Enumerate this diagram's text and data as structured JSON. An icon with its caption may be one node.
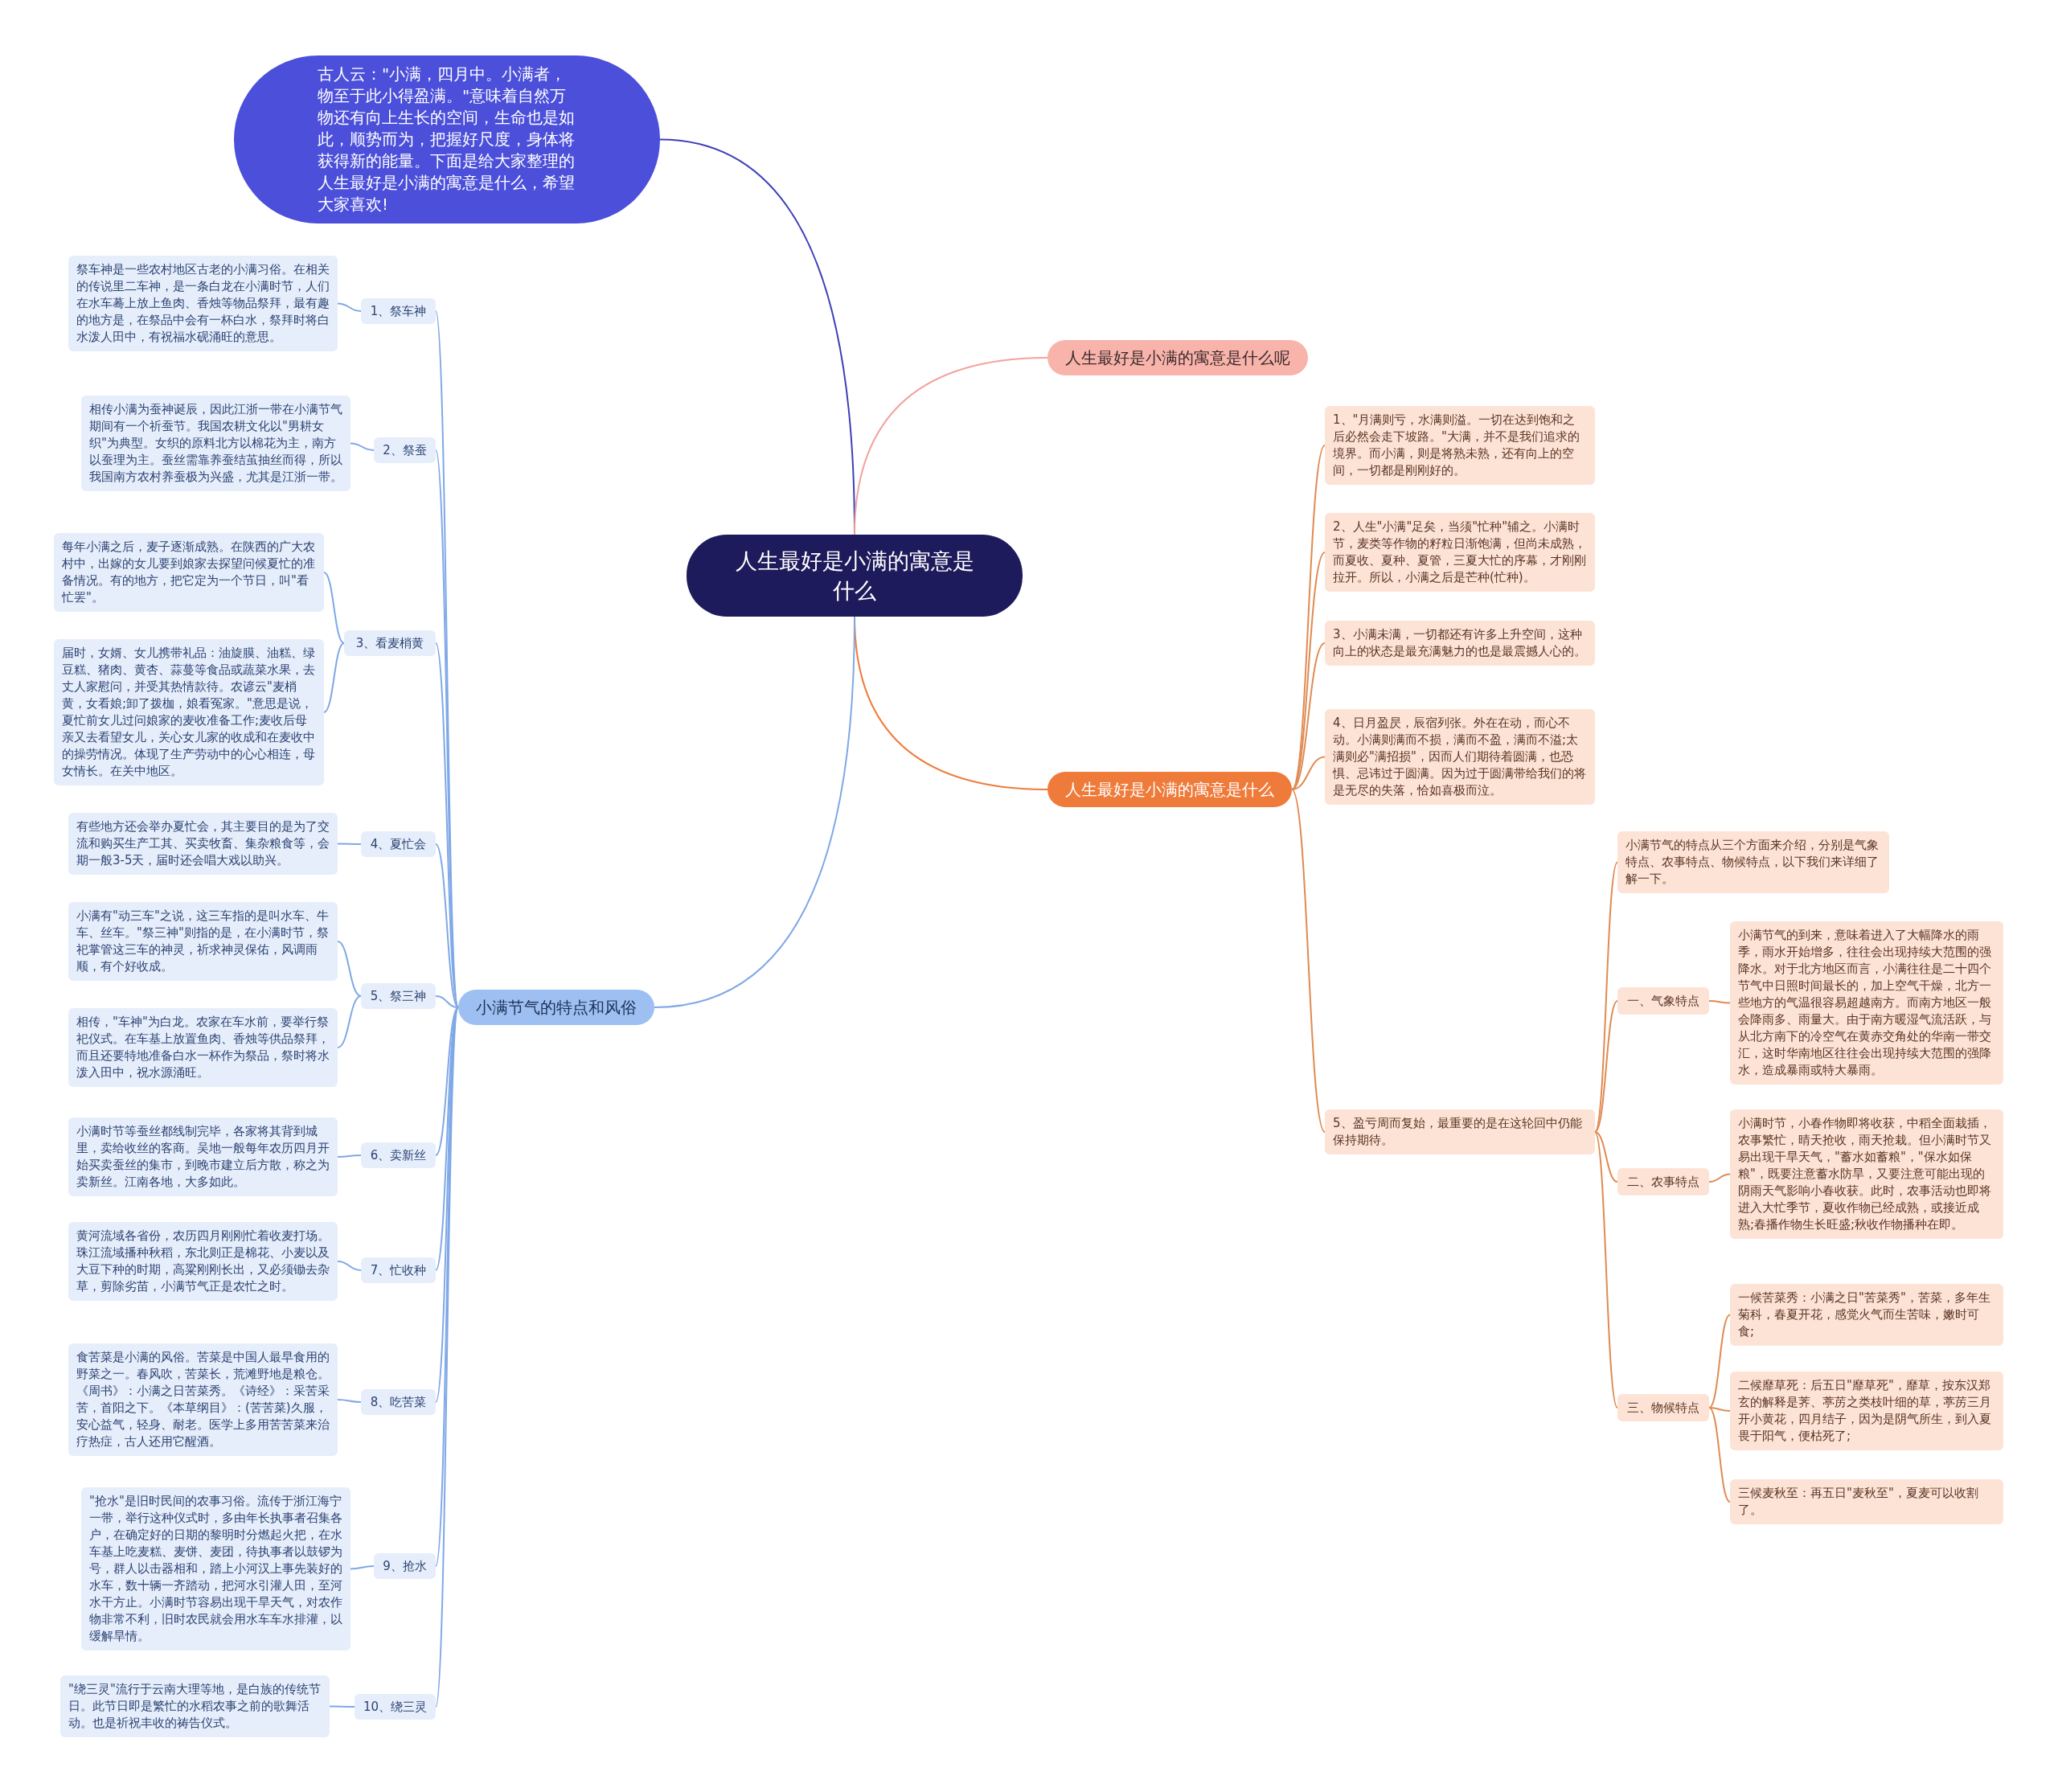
{
  "diagram": {
    "nodes": [
      {
        "text": [
          "人生最好是小满的寓意是什么"
        ]
      },
      {
        "text": [
          "古人云：\"小满，四月中。小满者，物至于此小得盈满。\"意味着自然万物还有向上生长的空间，生命也是如此，顺势而为，把握好尺度，身体将获得新的能量。下面是给大家整理的人生最好是小满的寓意是什么，希望大家喜欢!"
        ]
      },
      {
        "text": [
          "人生最好是小满的寓意是什么呢"
        ]
      },
      {
        "text": [
          "人生最好是小满的寓意是什么"
        ]
      },
      {
        "text": [
          "小满节气的特点和风俗"
        ]
      },
      {
        "text": [
          "1、\"月满则亏，水满则溢。一切在达到饱和之后必然会走下坡路。\"大满，并不是我们追求的境界。而小满，则是将熟未熟，还有向上的空间，一切都是刚刚好的。"
        ]
      },
      {
        "text": [
          "2、人生\"小满\"足矣，当须\"忙种\"辅之。小满时节，麦类等作物的籽粒日渐饱满，但尚未成熟，而夏收、夏种、夏管，三夏大忙的序幕，才刚刚拉开。所以，小满之后是芒种(忙种)。"
        ]
      },
      {
        "text": [
          "3、小满未满，一切都还有许多上升空间，这种向上的状态是最充满魅力的也是最震撼人心的。"
        ]
      },
      {
        "text": [
          "4、日月盈昃，辰宿列张。外在在动，而心不动。小满则满而不损，满而不盈，满而不溢;太满则必\"满招损\"，因而人们期待着圆满，也恐惧、忌讳过于圆满。因为过于圆满带给我们的将是无尽的失落，恰如喜极而泣。"
        ]
      },
      {
        "text": [
          "5、盈亏周而复始，最重要的是在这轮回中仍能保持期待。"
        ]
      },
      {
        "text": [
          "小满节气的特点从三个方面来介绍，分别是气象特点、农事特点、物候特点，以下我们来详细了解一下。"
        ]
      },
      {
        "text": [
          "一、气象特点"
        ]
      },
      {
        "text": [
          "二、农事特点"
        ]
      },
      {
        "text": [
          "三、物候特点"
        ]
      },
      {
        "text": [
          "小满节气的到来，意味着进入了大幅降水的雨季，雨水开始增多，往往会出现持续大范围的强降水。对于北方地区而言，小满往往是二十四个节气中日照时间最长的，加上空气干燥，北方一些地方的气温很容易超越南方。而南方地区一般会降雨多、雨量大。由于南方暖湿气流活跃，与从北方南下的冷空气在黄赤交角处的华南一带交汇，这时华南地区往往会出现持续大范围的强降水，造成暴雨或特大暴雨。"
        ]
      },
      {
        "text": [
          "小满时节，小春作物即将收获，中稻全面栽插，农事繁忙，晴天抢收，雨天抢栽。但小满时节又易出现干旱天气，\"蓄水如蓄粮\"，\"保水如保粮\"，既要注意蓄水防旱，又要注意可能出现的阴雨天气影响小春收获。此时，农事活动也即将进入大忙季节，夏收作物已经成熟，或接近成熟;春播作物生长旺盛;秋收作物播种在即。"
        ]
      },
      {
        "text": [
          "一候苦菜秀：小满之日\"苦菜秀\"，苦菜，多年生菊科，春夏开花，感觉火气而生苦味，嫩时可食;"
        ]
      },
      {
        "text": [
          "二候靡草死：后五日\"靡草死\"，靡草，按东汉郑玄的解释是荠、葶苈之类枝叶细的草，葶苈三月开小黄花，四月结子，因为是阴气所生，到入夏畏于阳气，便枯死了;"
        ]
      },
      {
        "text": [
          "三候麦秋至：再五日\"麦秋至\"，夏麦可以收割了。"
        ]
      },
      {
        "text": [
          "1、祭车神"
        ]
      },
      {
        "text": [
          "祭车神是一些农村地区古老的小满习俗。在相关的传说里二车神，是一条白龙在小满时节，人们在水车蓦上放上鱼肉、香烛等物品祭拜，最有趣的地方是，在祭品中会有一杯白水，祭拜时将白水泼人田中，有祝福水砚涌旺的意思。"
        ]
      },
      {
        "text": [
          "2、祭蚕"
        ]
      },
      {
        "text": [
          "相传小满为蚕神诞辰，因此江浙一带在小满节气期间有一个祈蚕节。我国农耕文化以\"男耕女织\"为典型。女织的原料北方以棉花为主，南方以蚕理为主。蚕丝需靠养蚕结茧抽丝而得，所以我国南方农村养蚕极为兴盛，尤其是江浙一带。"
        ]
      },
      {
        "text": [
          "3、看麦梢黄"
        ]
      },
      {
        "text": [
          "每年小满之后，麦子逐渐成熟。在陕西的广大农村中，出嫁的女儿要到娘家去探望问候夏忙的准备情况。有的地方，把它定为一个节日，叫\"看忙罢\"。"
        ]
      },
      {
        "text": [
          "届时，女婿、女儿携带礼品：油旋膜、油糕、绿豆糕、猪肉、黄杏、蒜蔓等食品或蔬菜水果，去丈人家慰问，并受其热情款待。农谚云\"麦梢黄，女看娘;卸了拨枷，娘看冤家。\"意思是说，夏忙前女儿过问娘家的麦收准备工作;麦收后母亲又去看望女儿，关心女儿家的收成和在麦收中的操劳情况。体现了生产劳动中的心心相连，母女情长。在关中地区。"
        ]
      },
      {
        "text": [
          "4、夏忙会"
        ]
      },
      {
        "text": [
          "有些地方还会举办夏忙会，其主要目的是为了交流和购买生产工其、买卖牧畜、集杂粮食等，会期一般3-5天，届时还会唱大戏以助兴。"
        ]
      },
      {
        "text": [
          "5、祭三神"
        ]
      },
      {
        "text": [
          "小满有\"动三车\"之说，这三车指的是叫水车、牛车、丝车。\"祭三神\"则指的是，在小满时节，祭祀掌管这三车的神灵，祈求神灵保佑，风调雨顺，有个好收成。"
        ]
      },
      {
        "text": [
          "相传，\"车神\"为白龙。农家在车水前，要举行祭祀仪式。在车基上放置鱼肉、香烛等供品祭拜，而且还要特地准备白水一杯作为祭品，祭时将水泼入田中，祝水源涌旺。"
        ]
      },
      {
        "text": [
          "6、卖新丝"
        ]
      },
      {
        "text": [
          "小满时节等蚕丝都线制完毕，各家将其背到城里，卖给收丝的客商。吴地一般每年农历四月开始买卖蚕丝的集市，到晚市建立后方散，称之为卖新丝。江南各地，大多如此。"
        ]
      },
      {
        "text": [
          "7、忙收种"
        ]
      },
      {
        "text": [
          "黄河流域各省份，农历四月刚刚忙着收麦打场。珠江流域播种秋稻，东北则正是棉花、小麦以及大豆下种的时期，高粱刚刚长出，又必须锄去杂草，剪除劣苗，小满节气正是农忙之时。"
        ]
      },
      {
        "text": [
          "8、吃苦菜"
        ]
      },
      {
        "text": [
          "食苦菜是小满的风俗。苦菜是中国人最早食用的野菜之一。春风吹，苦菜长，荒滩野地是粮仓。《周书》：小满之日苦菜秀。《诗经》：采苦采苦，首阳之下。《本草纲目》：(苦苦菜)久服，安心益气，轻身、耐老。医学上多用苦苦菜来治疗热症，古人还用它醒酒。"
        ]
      },
      {
        "text": [
          "9、抢水"
        ]
      },
      {
        "text": [
          "\"抢水\"是旧时民间的农事习俗。流传于浙江海宁一带，举行这种仪式时，多由年长执事者召集各户，在确定好的日期的黎明时分燃起火把，在水车基上吃麦糕、麦饼、麦团，待执事者以鼓锣为号，群人以击器相和，踏上小河汉上事先装好的水车，数十辆一齐踏动，把河水引灌人田，至河水干方止。小满时节容易出现干旱天气，对农作物非常不利，旧时农民就会用水车车水排灌，以缓解旱情。"
        ]
      },
      {
        "text": [
          "10、绕三灵"
        ]
      },
      {
        "text": [
          "\"绕三灵\"流行于云南大理等地，是白族的传统节日。此节日即是繁忙的水稻农事之前的歌舞活动。也是祈祝丰收的祷告仪式。"
        ]
      }
    ],
    "edges": [
      {
        "from": 0,
        "to": 1,
        "arrow": "none",
        "color": "#3d40b8"
      },
      {
        "from": 0,
        "to": 2,
        "arrow": "none",
        "color": "#f2a39c"
      },
      {
        "from": 0,
        "to": 3,
        "arrow": "none",
        "color": "#ef7b3b"
      },
      {
        "from": 0,
        "to": 4,
        "arrow": "none"
      },
      {
        "from": 3,
        "to": 5,
        "arrow": "none",
        "color": "#e08a52"
      },
      {
        "from": 3,
        "to": 6,
        "arrow": "none",
        "color": "#e08a52"
      },
      {
        "from": 3,
        "to": 7,
        "arrow": "none",
        "color": "#e08a52"
      },
      {
        "from": 3,
        "to": 8,
        "arrow": "none",
        "color": "#e08a52"
      },
      {
        "from": 3,
        "to": 9,
        "arrow": "none",
        "color": "#e08a52"
      },
      {
        "from": 9,
        "to": 10,
        "arrow": "none",
        "color": "#e08a52"
      },
      {
        "from": 9,
        "to": 11,
        "arrow": "none",
        "color": "#e08a52"
      },
      {
        "from": 9,
        "to": 12,
        "arrow": "none",
        "color": "#e08a52"
      },
      {
        "from": 9,
        "to": 13,
        "arrow": "none",
        "color": "#e08a52"
      },
      {
        "from": 11,
        "to": 14,
        "arrow": "none",
        "color": "#e08a52"
      },
      {
        "from": 12,
        "to": 15,
        "arrow": "none",
        "color": "#e08a52"
      },
      {
        "from": 13,
        "to": 16,
        "arrow": "none",
        "color": "#e08a52"
      },
      {
        "from": 13,
        "to": 17,
        "arrow": "none",
        "color": "#e08a52"
      },
      {
        "from": 13,
        "to": 18,
        "arrow": "none",
        "color": "#e08a52"
      },
      {
        "from": 4,
        "to": 19,
        "arrow": "none"
      },
      {
        "from": 4,
        "to": 21,
        "arrow": "none"
      },
      {
        "from": 4,
        "to": 23,
        "arrow": "none"
      },
      {
        "from": 4,
        "to": 26,
        "arrow": "none"
      },
      {
        "from": 4,
        "to": 28,
        "arrow": "none"
      },
      {
        "from": 4,
        "to": 31,
        "arrow": "none"
      },
      {
        "from": 4,
        "to": 33,
        "arrow": "none"
      },
      {
        "from": 4,
        "to": 35,
        "arrow": "none"
      },
      {
        "from": 4,
        "to": 37,
        "arrow": "none"
      },
      {
        "from": 4,
        "to": 39,
        "arrow": "none"
      },
      {
        "from": 19,
        "to": 20,
        "arrow": "none"
      },
      {
        "from": 21,
        "to": 22,
        "arrow": "none"
      },
      {
        "from": 23,
        "to": 24,
        "arrow": "none"
      },
      {
        "from": 23,
        "to": 25,
        "arrow": "none"
      },
      {
        "from": 26,
        "to": 27,
        "arrow": "none"
      },
      {
        "from": 28,
        "to": 29,
        "arrow": "none"
      },
      {
        "from": 28,
        "to": 30,
        "arrow": "none"
      },
      {
        "from": 31,
        "to": 32,
        "arrow": "none"
      },
      {
        "from": 33,
        "to": 34,
        "arrow": "none"
      },
      {
        "from": 35,
        "to": 36,
        "arrow": "none"
      },
      {
        "from": 37,
        "to": 38,
        "arrow": "none"
      },
      {
        "from": 39,
        "to": 40,
        "arrow": "none"
      }
    ]
  }
}
